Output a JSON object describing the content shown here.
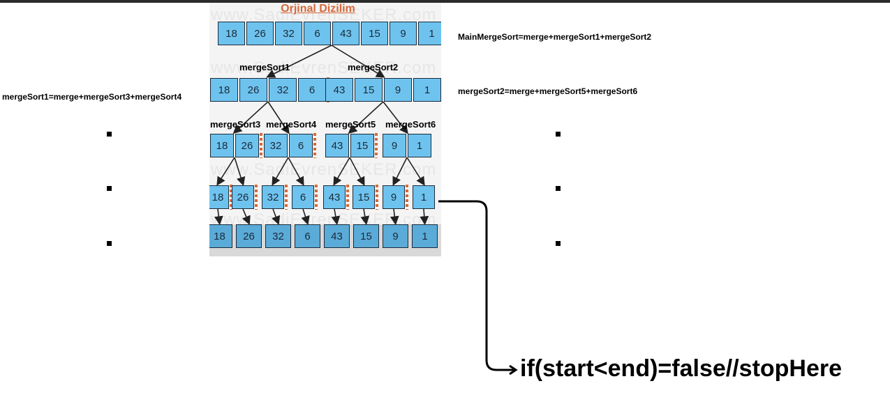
{
  "diagram": {
    "title": "Orjinal Dizilim",
    "watermark": "www.SadiEvrenSEKER.com",
    "rows": [
      {
        "groups": [
          [
            18,
            26,
            32,
            6,
            43,
            15,
            9,
            1
          ]
        ]
      },
      {
        "groups": [
          [
            18,
            26,
            32,
            6
          ],
          [
            43,
            15,
            9,
            1
          ]
        ]
      },
      {
        "groups": [
          [
            18,
            26
          ],
          [
            32,
            6
          ],
          [
            43,
            15
          ],
          [
            9,
            1
          ]
        ]
      },
      {
        "groups": [
          [
            18
          ],
          [
            26
          ],
          [
            32
          ],
          [
            6
          ],
          [
            43
          ],
          [
            15
          ],
          [
            9
          ],
          [
            1
          ]
        ]
      },
      {
        "groups": [
          [
            18,
            26,
            32,
            6,
            43,
            15,
            9,
            1
          ]
        ]
      }
    ],
    "labels": {
      "ms1": "mergeSort1",
      "ms2": "mergeSort2",
      "ms3": "mergeSort3",
      "ms4": "mergeSort4",
      "ms5": "mergeSort5",
      "ms6": "mergeSort6"
    }
  },
  "annotations": {
    "main": "MainMergeSort=merge+mergeSort1+mergeSort2",
    "left": "mergeSort1=merge+mergeSort3+mergeSort4",
    "right": "mergeSort2=merge+mergeSort5+mergeSort6",
    "condition": "if(start<end)=false//stopHere"
  },
  "colors": {
    "cell": "#6ec3ee",
    "cell_dark": "#5aabd8",
    "title": "#d6683a",
    "divider": "#d46a3a"
  }
}
